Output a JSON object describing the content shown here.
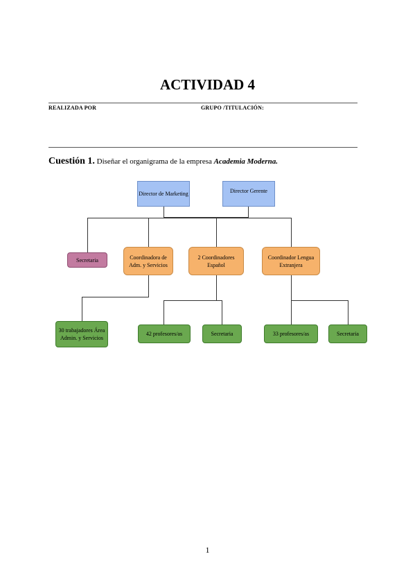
{
  "header": {
    "title": "ACTIVIDAD 4",
    "realizado_label": "REALIZADA POR",
    "grupo_label": "GRUPO /TITULACIÓN:"
  },
  "question": {
    "label": "Cuestión 1.",
    "text": "Diseñar el organigrama de la empresa",
    "company": "Academia Moderna."
  },
  "org": {
    "director_marketing": "Director de Marketing",
    "director_gerente": "Director Gerente",
    "secretaria_top": "Secretaria",
    "coord_admin": "Coordinadora de Adm. y Servicios",
    "coord_espanol": "2 Coordinadores Español",
    "coord_lengua": "Coordinador Lengua Extranjera",
    "trabajadores": "30 trabajadores Área Admin. y Servicios",
    "profes_42": "42 profesores/as",
    "secretaria_esp": "Secretaria",
    "profes_33": "33 profesores/as",
    "secretaria_ext": "Secretaria"
  },
  "footer": {
    "page_number": "1"
  }
}
